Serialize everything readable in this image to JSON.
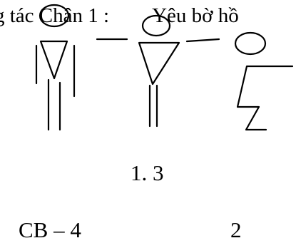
{
  "header": {
    "part1": "g tác Chân 1 :",
    "part2": "Yêu bờ hồ"
  },
  "figure_label": "1. 3",
  "footer": {
    "code": "CB – 4",
    "number": "2"
  }
}
